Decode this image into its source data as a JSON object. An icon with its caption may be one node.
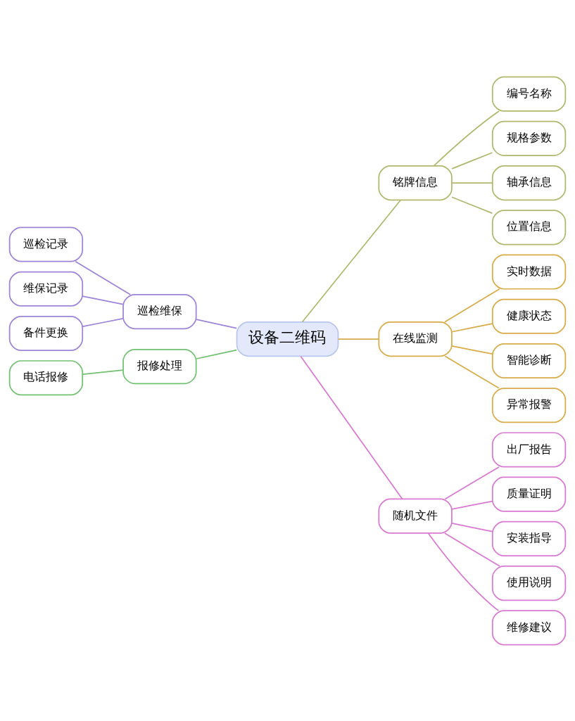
{
  "diagram": {
    "nodes": [
      {
        "text": [
          "设备二维码"
        ]
      },
      {
        "text": [
          "铭牌信息"
        ]
      },
      {
        "text": [
          "编号名称"
        ]
      },
      {
        "text": [
          "规格参数"
        ]
      },
      {
        "text": [
          "轴承信息"
        ]
      },
      {
        "text": [
          "位置信息"
        ]
      },
      {
        "text": [
          "在线监测"
        ]
      },
      {
        "text": [
          "实时数据"
        ]
      },
      {
        "text": [
          "健康状态"
        ]
      },
      {
        "text": [
          "智能诊断"
        ]
      },
      {
        "text": [
          "异常报警"
        ]
      },
      {
        "text": [
          "随机文件"
        ]
      },
      {
        "text": [
          "出厂报告"
        ]
      },
      {
        "text": [
          "质量证明"
        ]
      },
      {
        "text": [
          "安装指导"
        ]
      },
      {
        "text": [
          "使用说明"
        ]
      },
      {
        "text": [
          "维修建议"
        ]
      },
      {
        "text": [
          "巡检维保"
        ]
      },
      {
        "text": [
          "巡检记录"
        ]
      },
      {
        "text": [
          "维保记录"
        ]
      },
      {
        "text": [
          "备件更换"
        ]
      },
      {
        "text": [
          "报修处理"
        ]
      },
      {
        "text": [
          "电话报修"
        ]
      }
    ],
    "edges": [
      {
        "from": 0,
        "to": 1,
        "arrow": "none",
        "color": "#b0b86e"
      },
      {
        "from": 1,
        "to": 2,
        "arrow": "none",
        "color": "#b0b86e"
      },
      {
        "from": 1,
        "to": 3,
        "arrow": "none",
        "color": "#b0b86e"
      },
      {
        "from": 1,
        "to": 4,
        "arrow": "none",
        "color": "#b0b86e"
      },
      {
        "from": 1,
        "to": 5,
        "arrow": "none",
        "color": "#b0b86e"
      },
      {
        "from": 0,
        "to": 6,
        "arrow": "none",
        "color": "#d8ac48"
      },
      {
        "from": 6,
        "to": 7,
        "arrow": "none",
        "color": "#d8ac48"
      },
      {
        "from": 6,
        "to": 8,
        "arrow": "none",
        "color": "#d8ac48"
      },
      {
        "from": 6,
        "to": 9,
        "arrow": "none",
        "color": "#d8ac48"
      },
      {
        "from": 6,
        "to": 10,
        "arrow": "none",
        "color": "#d8ac48"
      },
      {
        "from": 0,
        "to": 11,
        "arrow": "none",
        "color": "#d97ad2"
      },
      {
        "from": 11,
        "to": 12,
        "arrow": "none",
        "color": "#d97ad2"
      },
      {
        "from": 11,
        "to": 13,
        "arrow": "none",
        "color": "#d97ad2"
      },
      {
        "from": 11,
        "to": 14,
        "arrow": "none",
        "color": "#d97ad2"
      },
      {
        "from": 11,
        "to": 15,
        "arrow": "none",
        "color": "#d97ad2"
      },
      {
        "from": 11,
        "to": 16,
        "arrow": "none",
        "color": "#d97ad2"
      },
      {
        "from": 0,
        "to": 17,
        "arrow": "none",
        "color": "#9d84d8"
      },
      {
        "from": 17,
        "to": 18,
        "arrow": "none",
        "color": "#9d84d8"
      },
      {
        "from": 17,
        "to": 19,
        "arrow": "none",
        "color": "#9d84d8"
      },
      {
        "from": 17,
        "to": 20,
        "arrow": "none",
        "color": "#9d84d8"
      },
      {
        "from": 0,
        "to": 21,
        "arrow": "none",
        "color": "#72c172"
      },
      {
        "from": 21,
        "to": 22,
        "arrow": "none",
        "color": "#72c172"
      }
    ]
  }
}
